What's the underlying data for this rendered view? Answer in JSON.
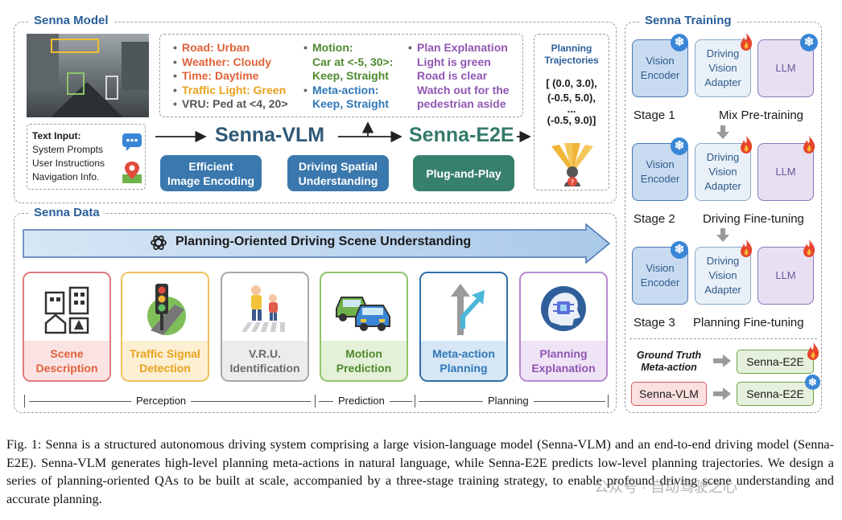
{
  "model": {
    "title": "Senna Model",
    "text_input": {
      "heading": "Text Input:",
      "lines": [
        "System Prompts",
        "User Instructions",
        "Navigation Info."
      ]
    },
    "scene": {
      "col1": [
        {
          "text": "Road: Urban",
          "color": "#e0623a"
        },
        {
          "text": "Weather: Cloudy",
          "color": "#e0623a"
        },
        {
          "text": "Time: Daytime",
          "color": "#e0623a"
        },
        {
          "text": "Traffic Light: Green",
          "color": "#e8a21c"
        },
        {
          "text": "VRU: Ped at <4, 20>",
          "color": "#555555"
        }
      ],
      "col2": [
        {
          "text": "Motion:",
          "color": "#4f8a2e"
        },
        {
          "text": "Car at <-5, 30>:",
          "color": "#4f8a2e"
        },
        {
          "text": "Keep, Straight",
          "color": "#4f8a2e"
        },
        {
          "text": "Meta-action:",
          "color": "#2f78b8"
        },
        {
          "text": "Keep, Straight",
          "color": "#2f78b8"
        }
      ],
      "col3": [
        {
          "text": "Plan Explanation",
          "color": "#9056b3"
        },
        {
          "text": "Light is green",
          "color": "#9056b3"
        },
        {
          "text": "Road is clear",
          "color": "#9056b3"
        },
        {
          "text": "Watch out for the",
          "color": "#9056b3"
        },
        {
          "text": "pedestrian aside",
          "color": "#9056b3"
        }
      ]
    },
    "planning": {
      "title_line1": "Planning",
      "title_line2": "Trajectories",
      "traj": [
        "[ (0.0, 3.0),",
        "(-0.5, 5.0),",
        "...",
        "(-0.5, 9.0)]"
      ]
    },
    "vlm_label": "Senna-VLM",
    "e2e_label": "Senna-E2E",
    "pills": [
      {
        "l1": "Efficient",
        "l2": "Image Encoding",
        "color": "#3a78ad"
      },
      {
        "l1": "Driving Spatial",
        "l2": "Understanding",
        "color": "#3a78ad"
      },
      {
        "l1": "Plug-and-Play",
        "l2": "",
        "color": "#37806e"
      }
    ]
  },
  "data": {
    "title": "Senna Data",
    "banner": "Planning-Oriented Driving Scene Understanding",
    "tasks": [
      {
        "l1": "Scene",
        "l2": "Description",
        "border": "#e07a7a",
        "labbg": "#fbe3e3",
        "color": "#e0623a"
      },
      {
        "l1": "Traffic Signal",
        "l2": "Detection",
        "border": "#efc15e",
        "labbg": "#fcefd2",
        "color": "#e8a21c"
      },
      {
        "l1": "V.R.U.",
        "l2": "Identification",
        "border": "#a8a8a8",
        "labbg": "#ececec",
        "color": "#6b6b6b"
      },
      {
        "l1": "Motion",
        "l2": "Prediction",
        "border": "#8fc46a",
        "labbg": "#e4f1d8",
        "color": "#4f8a2e"
      },
      {
        "l1": "Meta-action",
        "l2": "Planning",
        "border": "#2f6fa8",
        "labbg": "#d6e6f5",
        "color": "#2f78b8"
      },
      {
        "l1": "Planning",
        "l2": "Explanation",
        "border": "#b58ad0",
        "labbg": "#efe3f6",
        "color": "#9056b3"
      }
    ],
    "axis": {
      "perception": "Perception",
      "prediction": "Prediction",
      "planning": "Planning"
    }
  },
  "training": {
    "title": "Senna Training",
    "modules": {
      "ve1": "Vision",
      "ve2": "Encoder",
      "ad1": "Driving",
      "ad2": "Vision",
      "ad3": "Adapter",
      "llm": "LLM"
    },
    "stages": [
      {
        "name": "Stage 1",
        "desc": "Mix Pre-training"
      },
      {
        "name": "Stage 2",
        "desc": "Driving Fine-tuning"
      },
      {
        "name": "Stage 3",
        "desc": "Planning Fine-tuning"
      }
    ],
    "gt_l1": "Ground Truth",
    "gt_l2": "Meta-action",
    "e2e": "Senna-E2E",
    "vlm": "Senna-VLM"
  },
  "caption": "Fig. 1: Senna is a structured autonomous driving system comprising a large vision-language model (Senna-VLM) and an end-to-end driving model (Senna-E2E). Senna-VLM generates high-level planning meta-actions in natural language, while Senna-E2E predicts low-level planning trajectories. We design a series of planning-oriented QAs to be built at scale, accompanied by a three-stage training strategy, to enable profound driving scene understanding and accurate planning.",
  "watermark": "公众号 · 自动驾驶之心"
}
